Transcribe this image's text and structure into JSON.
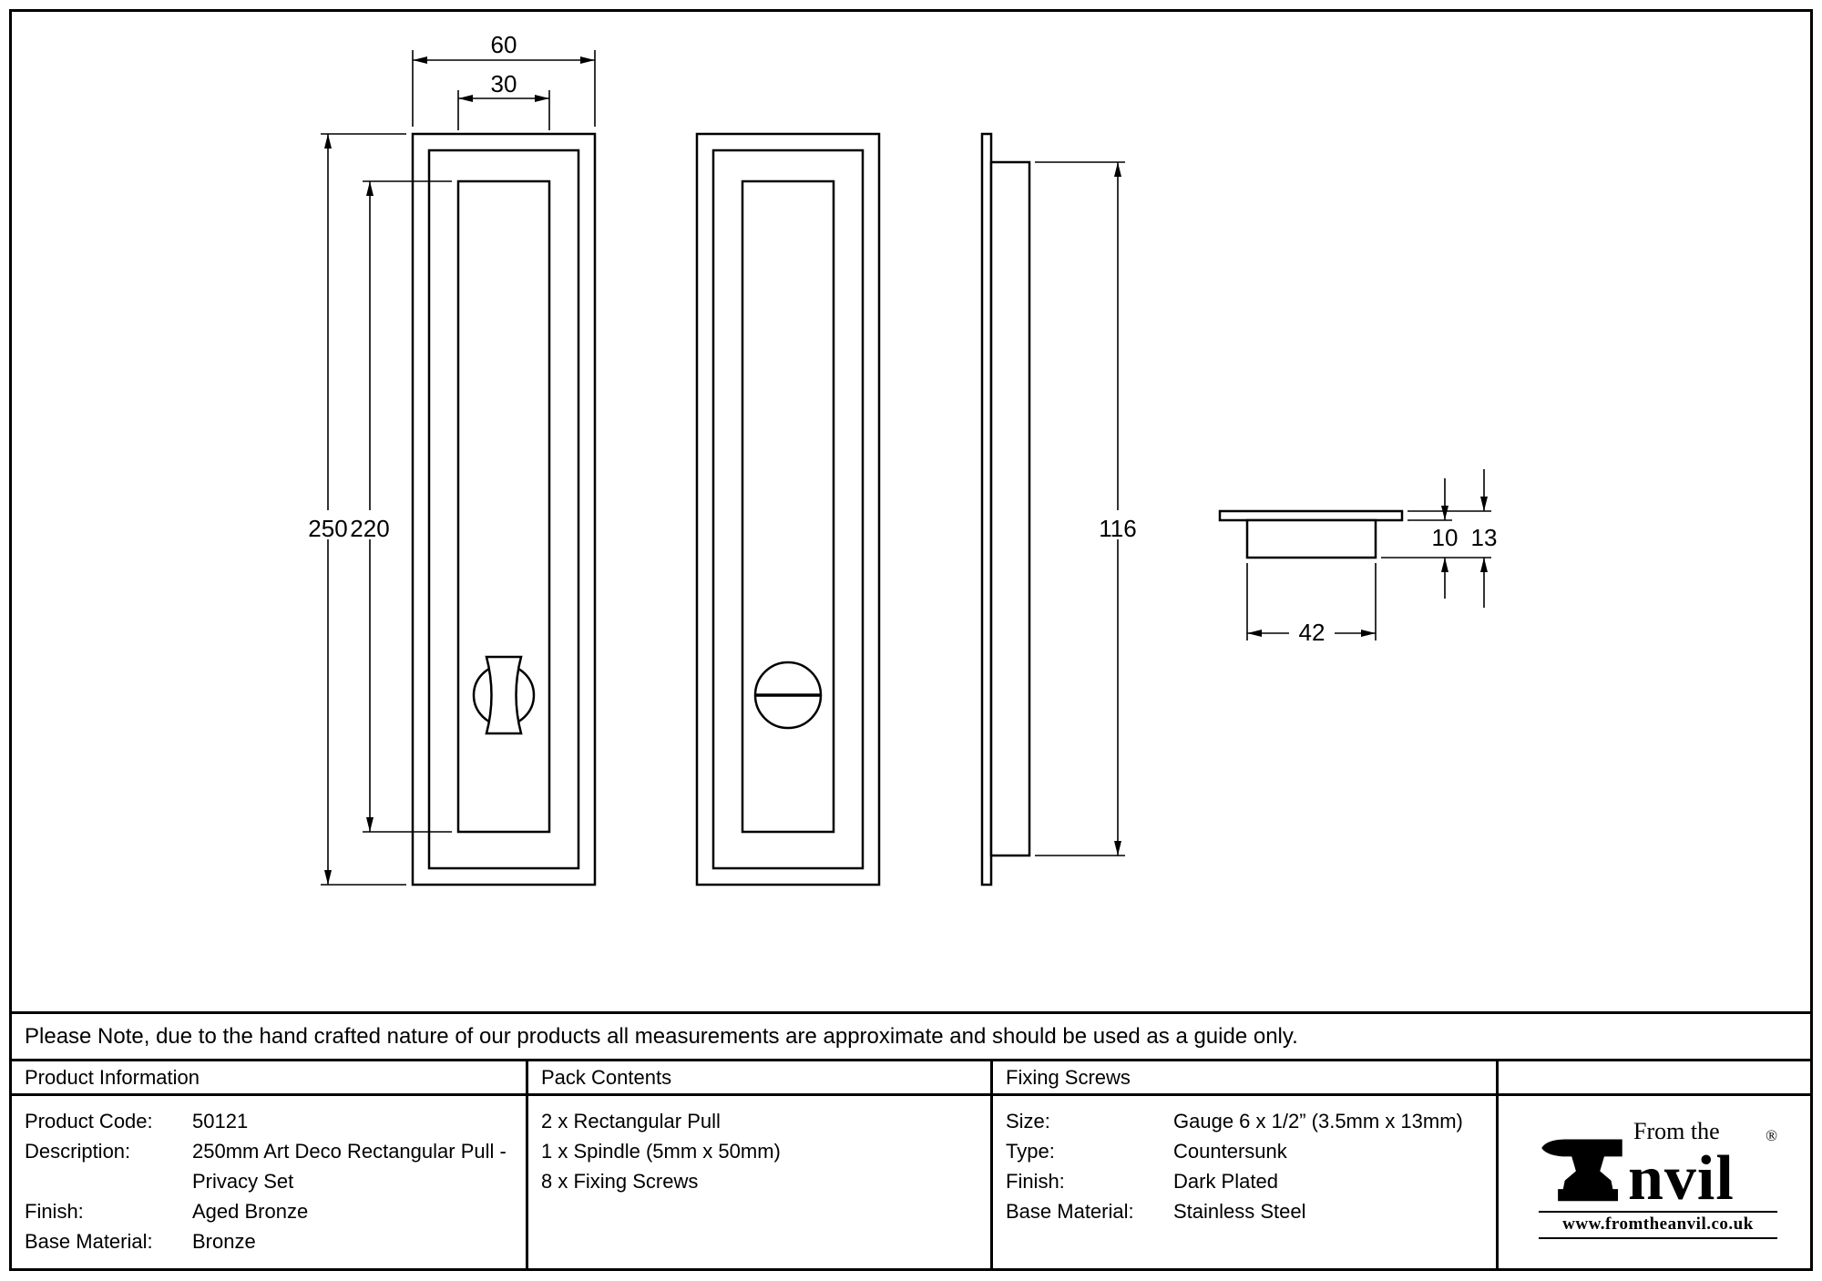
{
  "drawing": {
    "dims": {
      "front_width": "60",
      "recess_width": "30",
      "front_height": "250",
      "recess_height": "220",
      "cutout_height": "116",
      "cup_depth": "10",
      "overall_depth": "13",
      "cup_width": "42"
    }
  },
  "note": "Please Note, due to the hand crafted nature of our products all measurements are approximate and should be used as a guide only.",
  "product_info": {
    "header": "Product Information",
    "rows": [
      {
        "label": "Product Code:",
        "value": "50121"
      },
      {
        "label": "Description:",
        "value": "250mm Art Deco Rectangular Pull -"
      },
      {
        "label": "",
        "value": "Privacy Set"
      },
      {
        "label": "Finish:",
        "value": "Aged Bronze"
      },
      {
        "label": "Base Material:",
        "value": "Bronze"
      }
    ]
  },
  "pack_contents": {
    "header": "Pack Contents",
    "items": [
      "2 x Rectangular Pull",
      "1 x Spindle (5mm x 50mm)",
      "8 x Fixing Screws"
    ]
  },
  "fixing_screws": {
    "header": "Fixing Screws",
    "rows": [
      {
        "label": "Size:",
        "value": "Gauge 6 x 1/2” (3.5mm x 13mm)"
      },
      {
        "label": "Type:",
        "value": "Countersunk"
      },
      {
        "label": "Finish:",
        "value": "Dark Plated"
      },
      {
        "label": "Base Material:",
        "value": "Stainless Steel"
      }
    ]
  },
  "logo": {
    "prefix": "From the",
    "name_suffix": "nvil",
    "registered": "®",
    "website": "www.fromtheanvil.co.uk"
  }
}
